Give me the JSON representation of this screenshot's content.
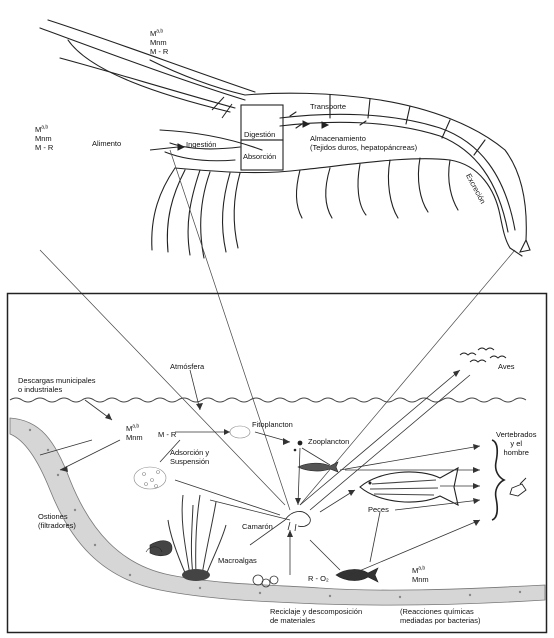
{
  "colors": {
    "ink": "#222222",
    "water": "#555555",
    "sediment": "#9a9a9a",
    "fish_stripes": "#444444"
  },
  "shrimp": {
    "metal_top": {
      "line1": "M",
      "sup": "a,b",
      "line2": "Mnm",
      "line3": "M - R"
    },
    "metal_left": {
      "line1": "M",
      "sup": "a,b",
      "line2": "Mnm",
      "line3": "M - R"
    },
    "alimento": "Alimento",
    "ingestion": "Ingestión",
    "digestion": "Digestión",
    "absorcion": "Absorción",
    "transporte": "Transporte",
    "almacenamiento_1": "Almacenamiento",
    "almacenamiento_2": "(Tejidos duros, hepatopáncreas)",
    "excrecion": "Excreción"
  },
  "ecosystem": {
    "descargas_1": "Descargas municipales",
    "descargas_2": "o industriales",
    "atmosfera": "Atmósfera",
    "aves": "Aves",
    "fitoplancton": "Fitoplancton",
    "zooplancton": "Zooplancton",
    "metal_water": {
      "line1": "M",
      "sup": "a,b",
      "line2": "Mnm",
      "mr": "M - R"
    },
    "adsorcion_1": "Adsorción y",
    "adsorcion_2": "Suspensión",
    "vertebrados_1": "Vertebrados",
    "vertebrados_2": "y el",
    "vertebrados_3": "hombre",
    "ostiones_1": "Ostiones",
    "ostiones_2": "(filtradores)",
    "camaron": "Camarón",
    "peces": "Peces",
    "macroalgas": "Macroalgas",
    "r_o2": "R - O₂",
    "metal_bottom": {
      "line1": "M",
      "sup": "a,b",
      "line2": "Mnm"
    },
    "reciclaje_1": "Reciclaje y descomposición",
    "reciclaje_2": "de materiales",
    "reacciones_1": "(Reacciones químicas",
    "reacciones_2": "mediadas por bacterias)"
  }
}
